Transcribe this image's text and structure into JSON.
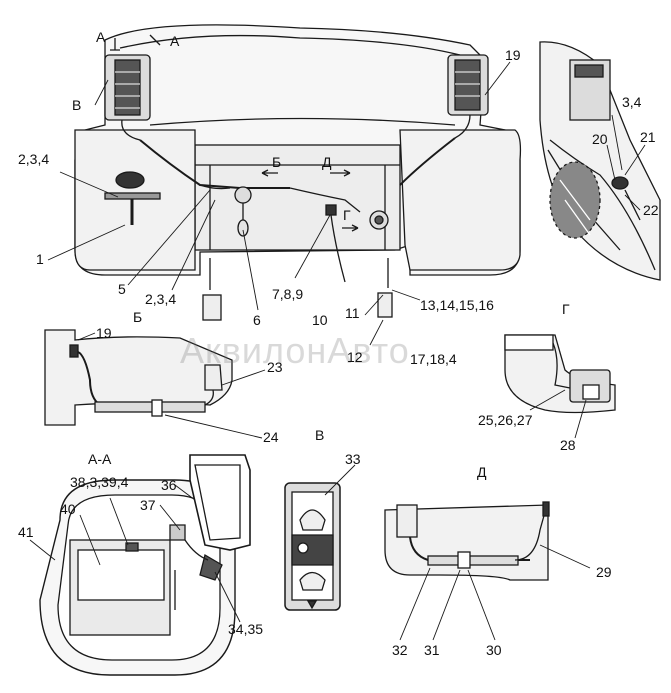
{
  "watermark": "АквилонАвто",
  "callouts": {
    "c1": "1",
    "c234a": "2,3,4",
    "c234b": "2,3,4",
    "c5": "5",
    "c6": "6",
    "c789": "7,8,9",
    "c10": "10",
    "c11": "11",
    "c12": "12",
    "c13_16": "13,14,15,16",
    "c17_4": "17,18,4",
    "c19a": "19",
    "c19b": "19",
    "c20": "20",
    "c21": "21",
    "c22": "22",
    "c34": "3,4",
    "c23": "23",
    "c24": "24",
    "c25_27": "25,26,27",
    "c28": "28",
    "c29": "29",
    "c30": "30",
    "c31": "31",
    "c32": "32",
    "c33": "33",
    "c34_35": "34,35",
    "c36": "36",
    "c37": "37",
    "c38": "38,3,39,4",
    "c40": "40",
    "c41": "41"
  },
  "view_labels": {
    "a1": "А",
    "a2": "А",
    "v_ref": "В",
    "b_arrow": "Б",
    "d_arrow": "Д",
    "g_arrow": "Г",
    "b_view": "Б",
    "g_view": "Г",
    "aa_view": "А-А",
    "v_view": "В",
    "d_view": "Д"
  },
  "colors": {
    "line": "#1a1a1a",
    "fill_light": "#f3f3f3",
    "fill_mid": "#d9d9d9",
    "fill_dark": "#3a3a3a"
  }
}
